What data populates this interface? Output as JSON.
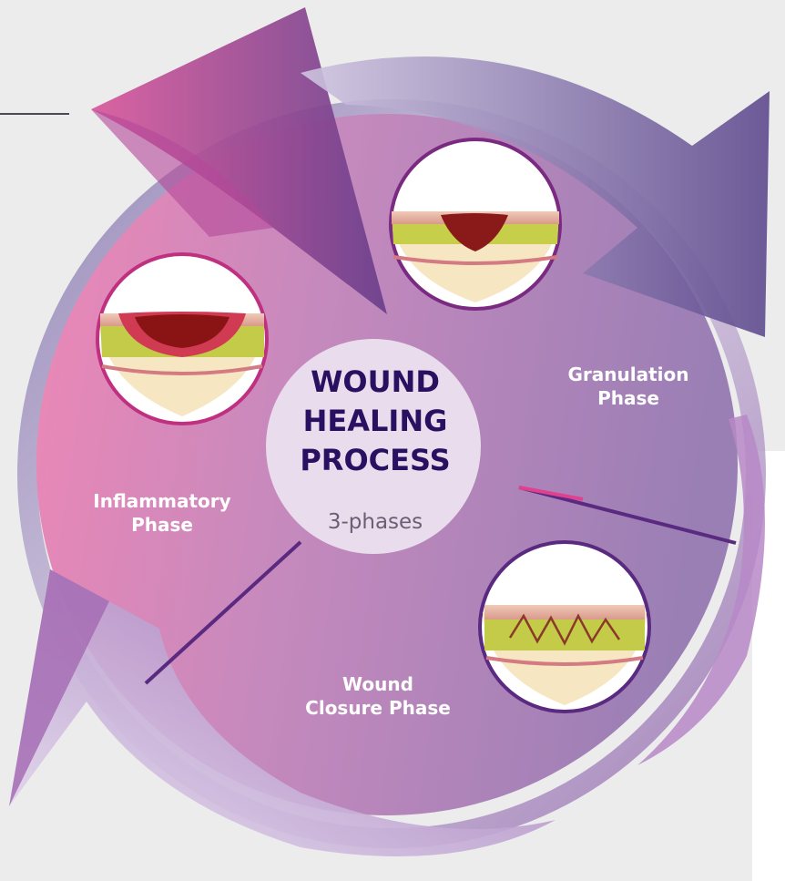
{
  "title": {
    "line1": "WOUND",
    "line2": "HEALING",
    "line3": "PROCESS",
    "subtitle": "3-phases"
  },
  "phases": [
    {
      "line1": "Inflammatory",
      "line2": "Phase"
    },
    {
      "line1": "Granulation",
      "line2": "Phase"
    },
    {
      "line1": "Wound",
      "line2": "Closure Phase"
    }
  ],
  "colors": {
    "title": "#2a1060",
    "pink": "#e25aa0",
    "purple": "#7a55a8",
    "deep_purple": "#4b2a78",
    "background": "#ececec"
  }
}
